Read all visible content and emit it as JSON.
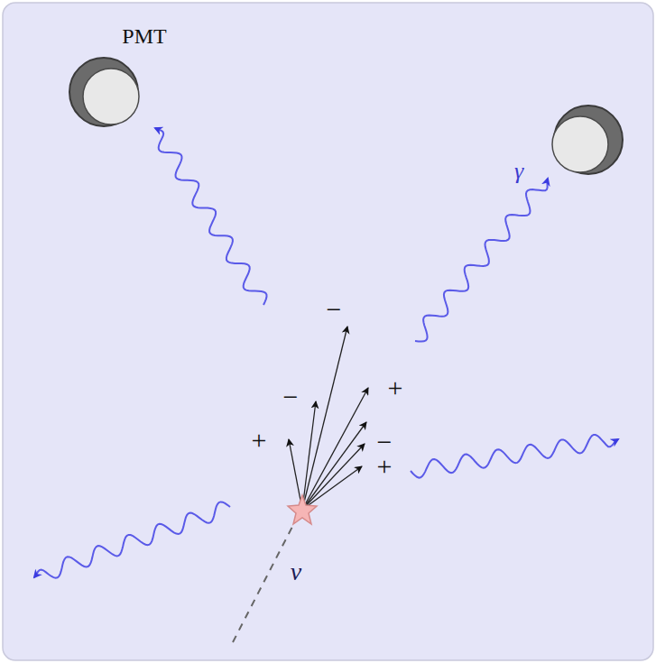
{
  "diagram": {
    "labels": [
      "PMT",
      "γ",
      "−",
      "+",
      "−",
      "+",
      "−",
      "+",
      "ν"
    ]
  }
}
